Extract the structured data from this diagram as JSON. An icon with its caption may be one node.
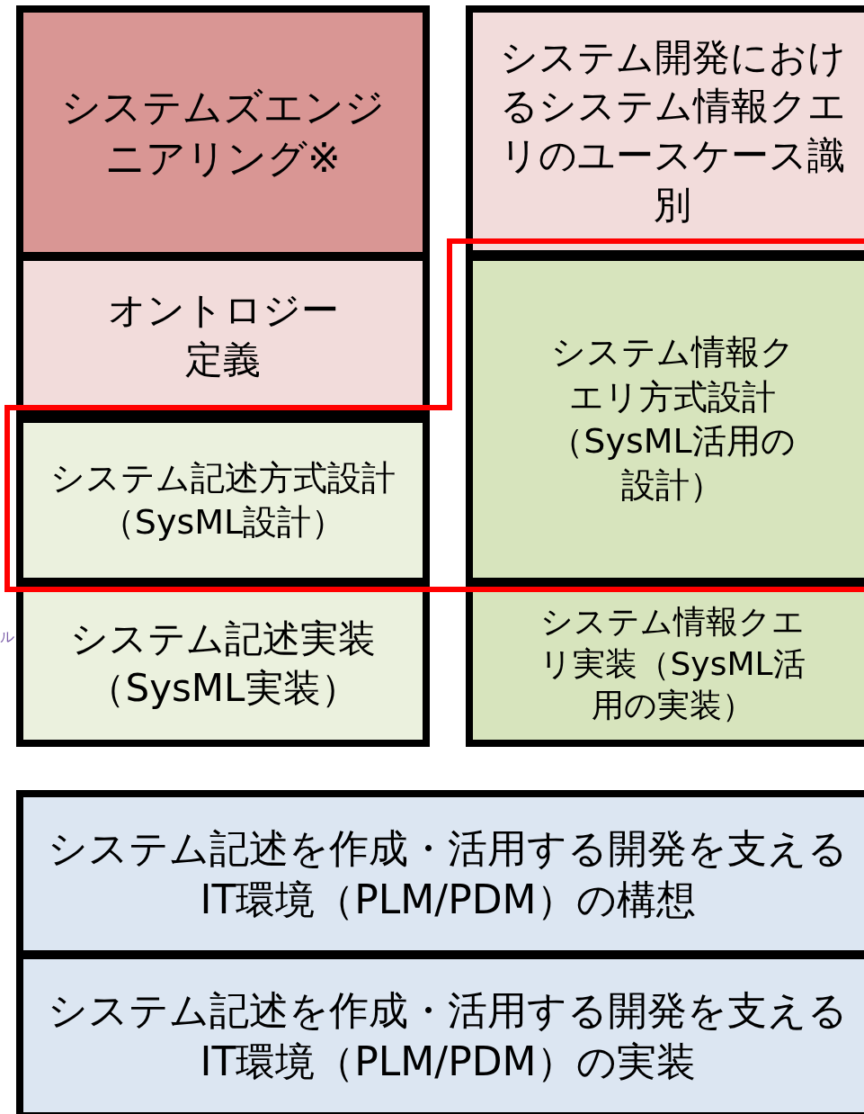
{
  "diagram": {
    "nodes": [
      {
        "text": [
          "システムズエンジニアリング※"
        ]
      },
      {
        "text": [
          "オントロジー定義"
        ]
      },
      {
        "text": [
          "システム記述方式設計（SysML設計）"
        ]
      },
      {
        "text": [
          "システム記述実装（SysML実装）"
        ]
      },
      {
        "text": [
          "システム開発におけるシステム情報クエリのユースケース識別"
        ]
      },
      {
        "text": [
          "システム情報クエリ方式設計（SysML活用の設計）"
        ]
      },
      {
        "text": [
          "システム情報クエリ実装（SysML活用の実装）"
        ]
      },
      {
        "text": [
          "システム記述を作成・活用する開発を支えるIT環境（PLM/PDM）の構想"
        ]
      },
      {
        "text": [
          "システム記述を作成・活用する開発を支えるIT環境（PLM/PDM）の実装"
        ]
      }
    ],
    "labels": [
      "ル"
    ]
  }
}
